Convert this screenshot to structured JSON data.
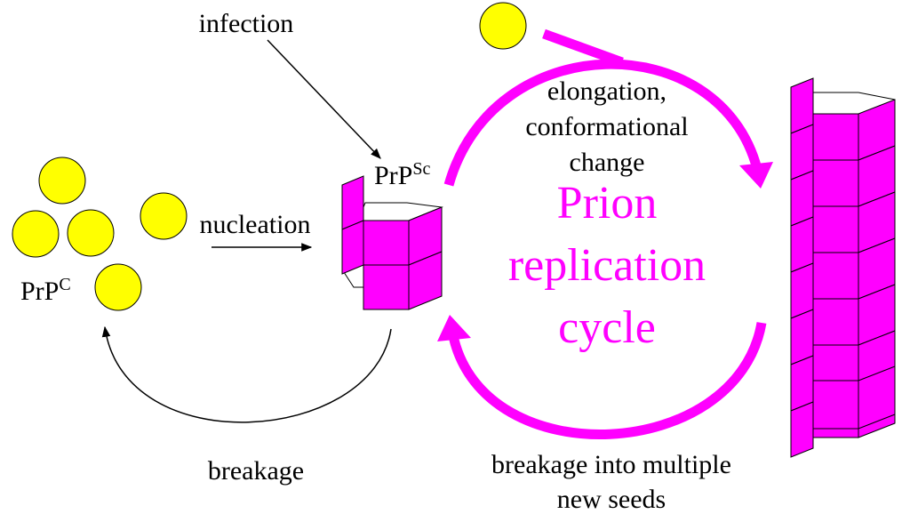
{
  "colors": {
    "monomer": "#ffff00",
    "fibril": "#ff00ff",
    "cycle_arrow": "#ff00ff",
    "line": "#000000"
  },
  "labels": {
    "infection": "infection",
    "nucleation": "nucleation",
    "breakage": "breakage",
    "prpc_base": "PrP",
    "prpc_sup": "C",
    "prpsc_base": "PrP",
    "prpsc_sup": "Sc",
    "elongation_line1": "elongation,",
    "elongation_line2": "conformational",
    "elongation_line3": "change",
    "breakage_multi_line1": "breakage into multiple",
    "breakage_multi_line2": "new seeds"
  },
  "cycle_title": {
    "line1": "Prion",
    "line2": "replication",
    "line3": "cycle"
  }
}
